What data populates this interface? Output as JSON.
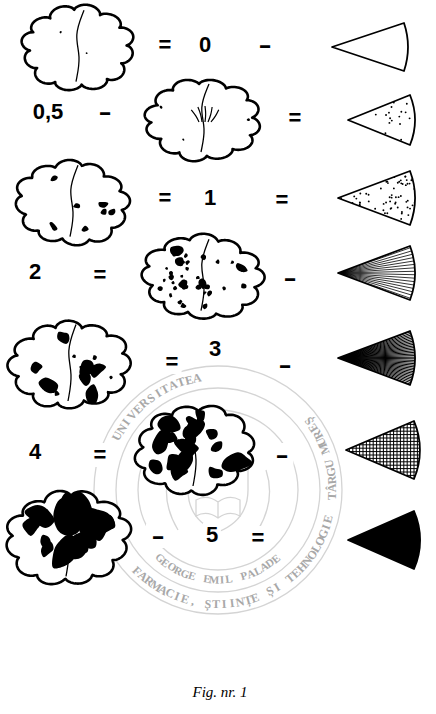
{
  "diagram": {
    "caption": "Fig. nr. 1",
    "labels": [
      "=",
      "0",
      "-",
      "0,5",
      "-",
      "=",
      "=",
      "1",
      "=",
      "2",
      "=",
      "-",
      "=",
      "3",
      "-",
      "4",
      "=",
      "-",
      "-",
      "5",
      "=",
      "UNIVERSITATEA",
      "FARMACIE, ȘTIINȚE ȘI TEHNOLOGIE",
      "TÂRGU MUREȘ",
      "GEORGE EMIL PALADE"
    ]
  }
}
